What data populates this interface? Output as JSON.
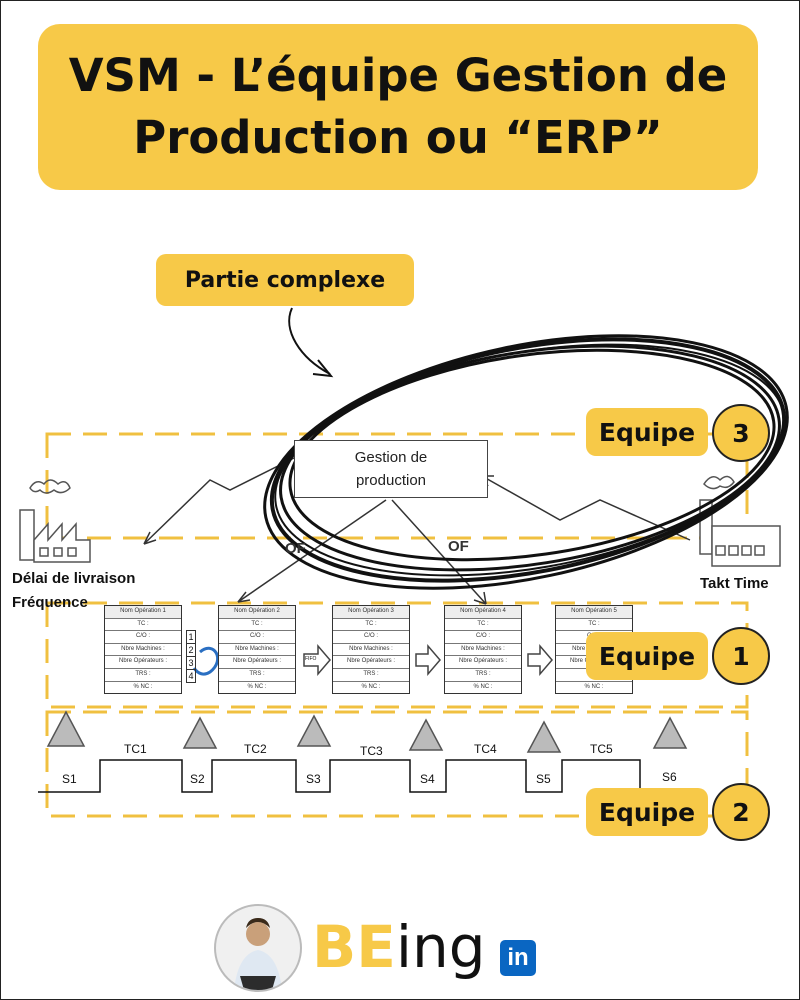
{
  "title": {
    "line1": "VSM - L’équipe Gestion de",
    "line2": "Production ou “ERP”"
  },
  "callout": {
    "label": "Partie complexe"
  },
  "teams": [
    {
      "label": "Equipe",
      "number": "3"
    },
    {
      "label": "Equipe",
      "number": "1"
    },
    {
      "label": "Equipe",
      "number": "2"
    }
  ],
  "diagram": {
    "planning_box": "Gestion de\nproduction",
    "left_caption": {
      "line1": "Délai de livraison",
      "line2": "Fréquence"
    },
    "right_caption": "Takt Time",
    "of_labels": [
      "OF",
      "OF"
    ],
    "operations": [
      {
        "title": "Nom Opération 1",
        "fields": [
          "TC :",
          "C/O :",
          "Nbre Machines :",
          "Nbre Opérateurs :",
          "TRS :",
          "% NC :"
        ]
      },
      {
        "title": "Nom Opération 2",
        "fields": [
          "TC :",
          "C/O :",
          "Nbre Machines :",
          "Nbre Opérateurs :",
          "TRS :",
          "% NC :"
        ]
      },
      {
        "title": "Nom Opération 3",
        "fields": [
          "TC :",
          "C/O :",
          "Nbre Machines :",
          "Nbre Opérateurs :",
          "TRS :",
          "% NC :"
        ]
      },
      {
        "title": "Nom Opération 4",
        "fields": [
          "TC :",
          "C/O :",
          "Nbre Machines :",
          "Nbre Opérateurs :",
          "TRS :",
          "% NC :"
        ]
      },
      {
        "title": "Nom Opération 5",
        "fields": [
          "TC :",
          "C/O :",
          "Nbre Machines :",
          "Nbre Opérateurs :",
          "TRS :",
          "% NC :"
        ]
      }
    ],
    "loop_numbers": [
      "1",
      "2",
      "3",
      "4"
    ],
    "fifo_label": "FIFO",
    "timeline": {
      "process_times": [
        "TC1",
        "TC2",
        "TC3",
        "TC4",
        "TC5"
      ],
      "stocks": [
        "S1",
        "S2",
        "S3",
        "S4",
        "S5",
        "S6"
      ]
    }
  },
  "logo": {
    "be": "BE",
    "ing": "ing",
    "badge": "in"
  },
  "colors": {
    "accent": "#f7c948",
    "dashed": "#f0c040",
    "ink": "#111111",
    "linkedin": "#0a66c2"
  }
}
